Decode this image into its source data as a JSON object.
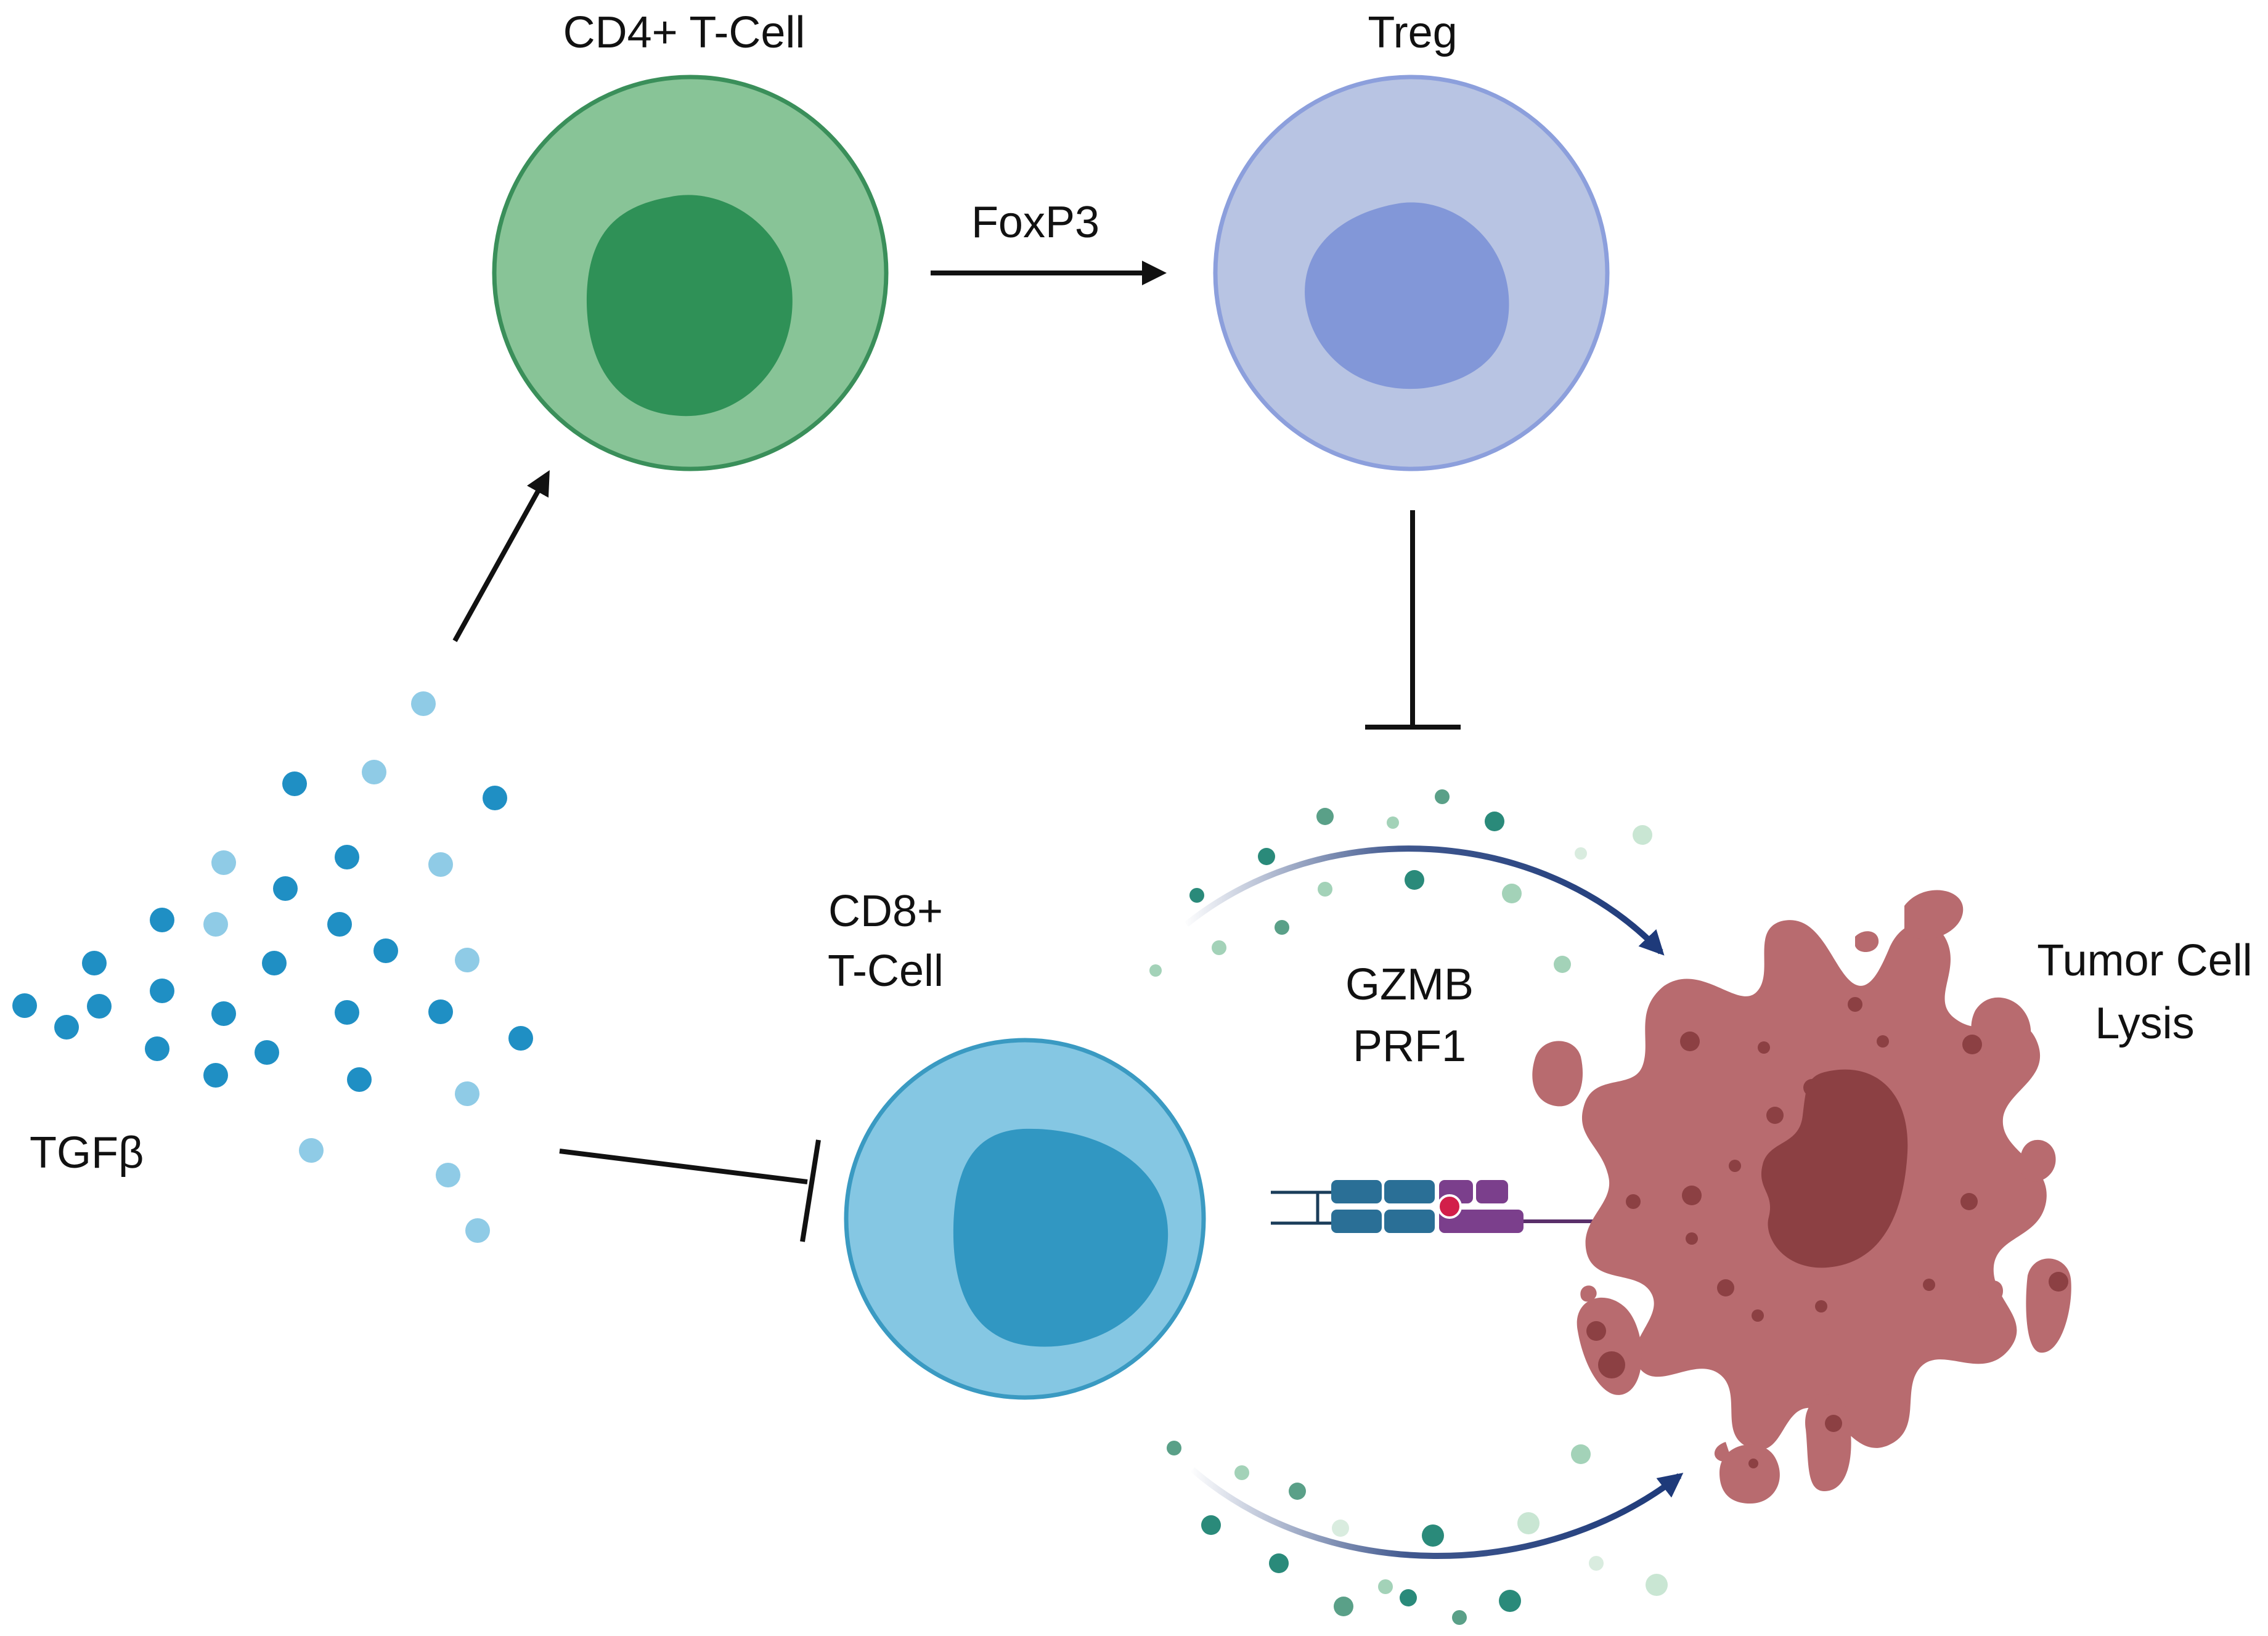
{
  "labels": {
    "cd4": "CD4+ T-Cell",
    "treg": "Treg",
    "foxp3": "FoxP3",
    "cd8_line1": "CD8+",
    "cd8_line2": "T-Cell",
    "gzmb": "GZMB",
    "prf1": "PRF1",
    "tumor_line1": "Tumor Cell",
    "tumor_line2": "Lysis",
    "tgfb": "TGFβ"
  },
  "colors": {
    "cd4_outer": "#88c497",
    "cd4_nucleus": "#2f9157",
    "treg_outer": "#b8c4e3",
    "treg_nucleus": "#8297d8",
    "cd8_outer": "#85c7e3",
    "cd8_nucleus": "#3197c2",
    "tumor_body": "#b86b6f",
    "tumor_nucleus": "#8c4043",
    "tgfb_dot": "#1f8fc4",
    "tgfb_dot_light": "#8fcbe6",
    "granule_dark": "#2a8a7a",
    "granule_light": "#a3d2b8",
    "lysis_arrow": "#1e3a7a",
    "receptor_blue": "#2a6f96",
    "receptor_purple": "#7b3f8c",
    "receptor_core": "#d21f4a"
  }
}
